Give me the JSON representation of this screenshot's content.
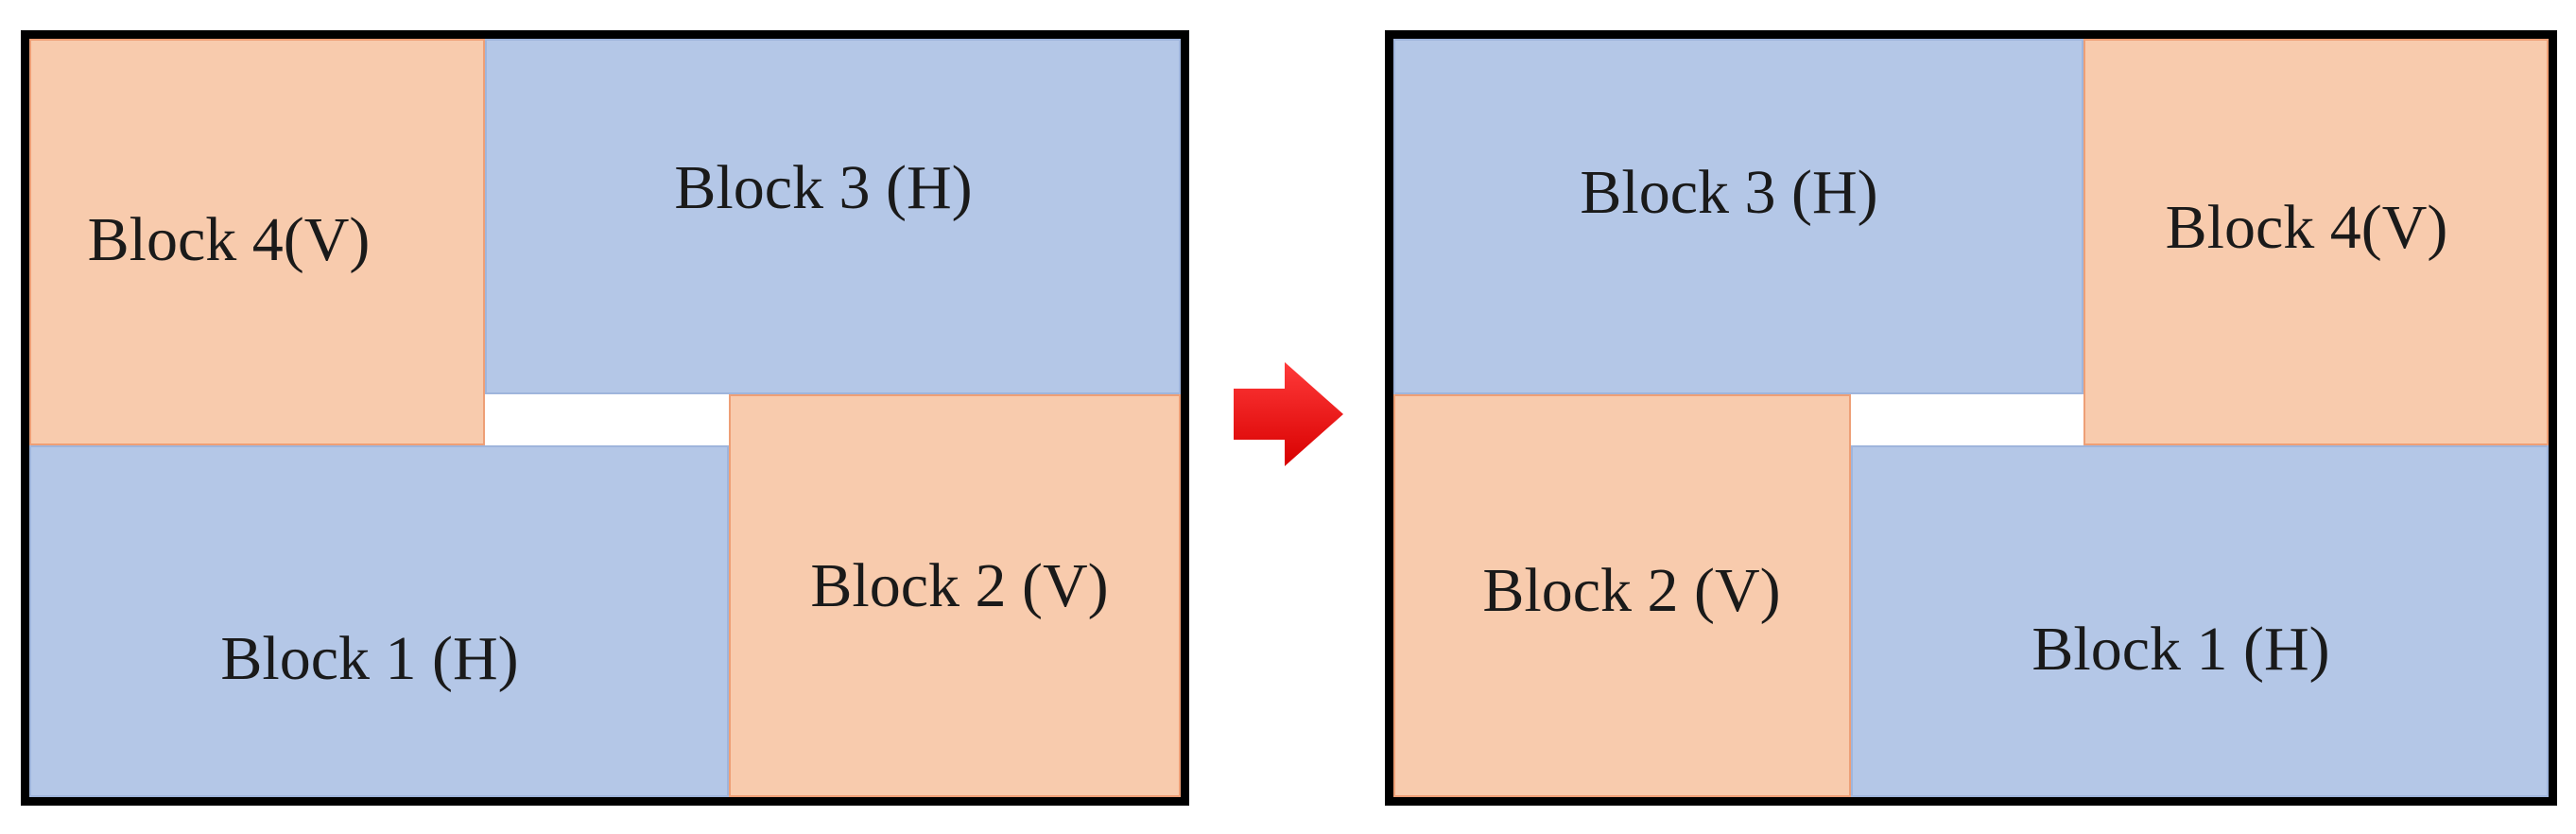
{
  "colors": {
    "horizontal_block": "#b4c7e7",
    "vertical_block": "#f8cbad",
    "arrow": "#ee1111",
    "border": "#000000"
  },
  "left_panel": {
    "block4": "Block 4(V)",
    "block3": "Block 3 (H)",
    "block1": "Block 1 (H)",
    "block2": "Block 2 (V)"
  },
  "right_panel": {
    "block3": "Block 3 (H)",
    "block4": "Block 4(V)",
    "block2": "Block 2 (V)",
    "block1": "Block 1 (H)"
  },
  "arrow_icon": "right-arrow-icon"
}
